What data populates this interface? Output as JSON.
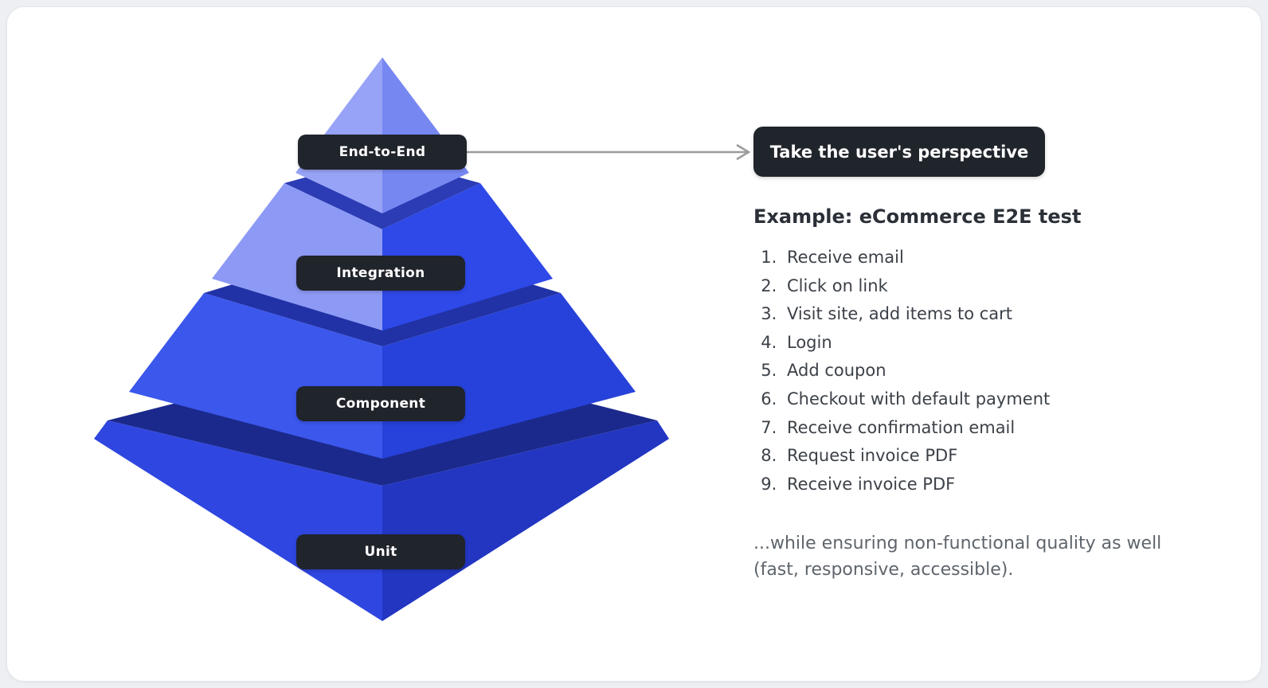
{
  "pyramid": {
    "levels": [
      {
        "label": "End-to-End"
      },
      {
        "label": "Integration"
      },
      {
        "label": "Component"
      },
      {
        "label": "Unit"
      }
    ],
    "colors": {
      "tier1_left": "#97A3F6",
      "tier1_right": "#7787F2",
      "tier2_left": "#8D9AF5",
      "tier2_right": "#2E49E8",
      "tier3_left": "#3B57EC",
      "tier3_right": "#2742DA",
      "tier4_left": "#2F46E0",
      "tier4_right": "#2236C2",
      "tier2_top": "#2B3CB4",
      "tier3_top": "#2132A6",
      "tier4_top": "#1B298C"
    }
  },
  "arrow": {
    "color": "#9b9b9b"
  },
  "callout": {
    "label": "Take the user's perspective"
  },
  "example": {
    "title": "Example: eCommerce E2E test",
    "steps": [
      "Receive email",
      "Click on link",
      "Visit site, add items to cart",
      "Login",
      "Add coupon",
      "Checkout with default payment",
      "Receive confirmation email",
      "Request invoice PDF",
      "Receive invoice PDF"
    ]
  },
  "footnote": "...while ensuring non-functional quality as well (fast, responsive, accessible).",
  "theme": {
    "label_bg": "#20242b",
    "card_bg": "#ffffff",
    "page_bg": "#edeff2"
  }
}
